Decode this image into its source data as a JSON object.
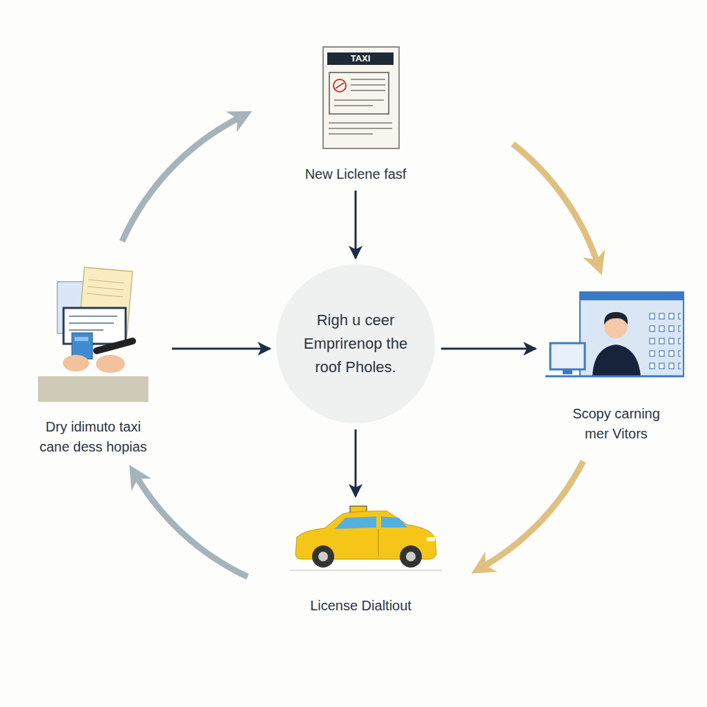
{
  "diagram": {
    "nodes": [
      {
        "text": [
          "New Liclene fasf"
        ]
      },
      {
        "text": [
          "Dry idimuto taxi cane dess hopias"
        ]
      },
      {
        "text": [
          "Righ u ceer Emprirenop the roof Pholes."
        ]
      },
      {
        "text": [
          "Scopy carning mer Vitors"
        ]
      },
      {
        "text": [
          "License Dialtiout"
        ]
      }
    ],
    "edges": [
      {
        "from": 0,
        "to": 2,
        "arrow": "to"
      },
      {
        "from": 1,
        "to": 2,
        "arrow": "to"
      },
      {
        "from": 2,
        "to": 3,
        "arrow": "to"
      },
      {
        "from": 2,
        "to": 4,
        "arrow": "to"
      },
      {
        "from": 0,
        "to": 3,
        "arrow": "to"
      },
      {
        "from": 3,
        "to": 4,
        "arrow": "to"
      },
      {
        "from": 4,
        "to": 1,
        "arrow": "to"
      },
      {
        "from": 1,
        "to": 0,
        "arrow": "to"
      }
    ],
    "labels": [
      "TAXI"
    ]
  }
}
